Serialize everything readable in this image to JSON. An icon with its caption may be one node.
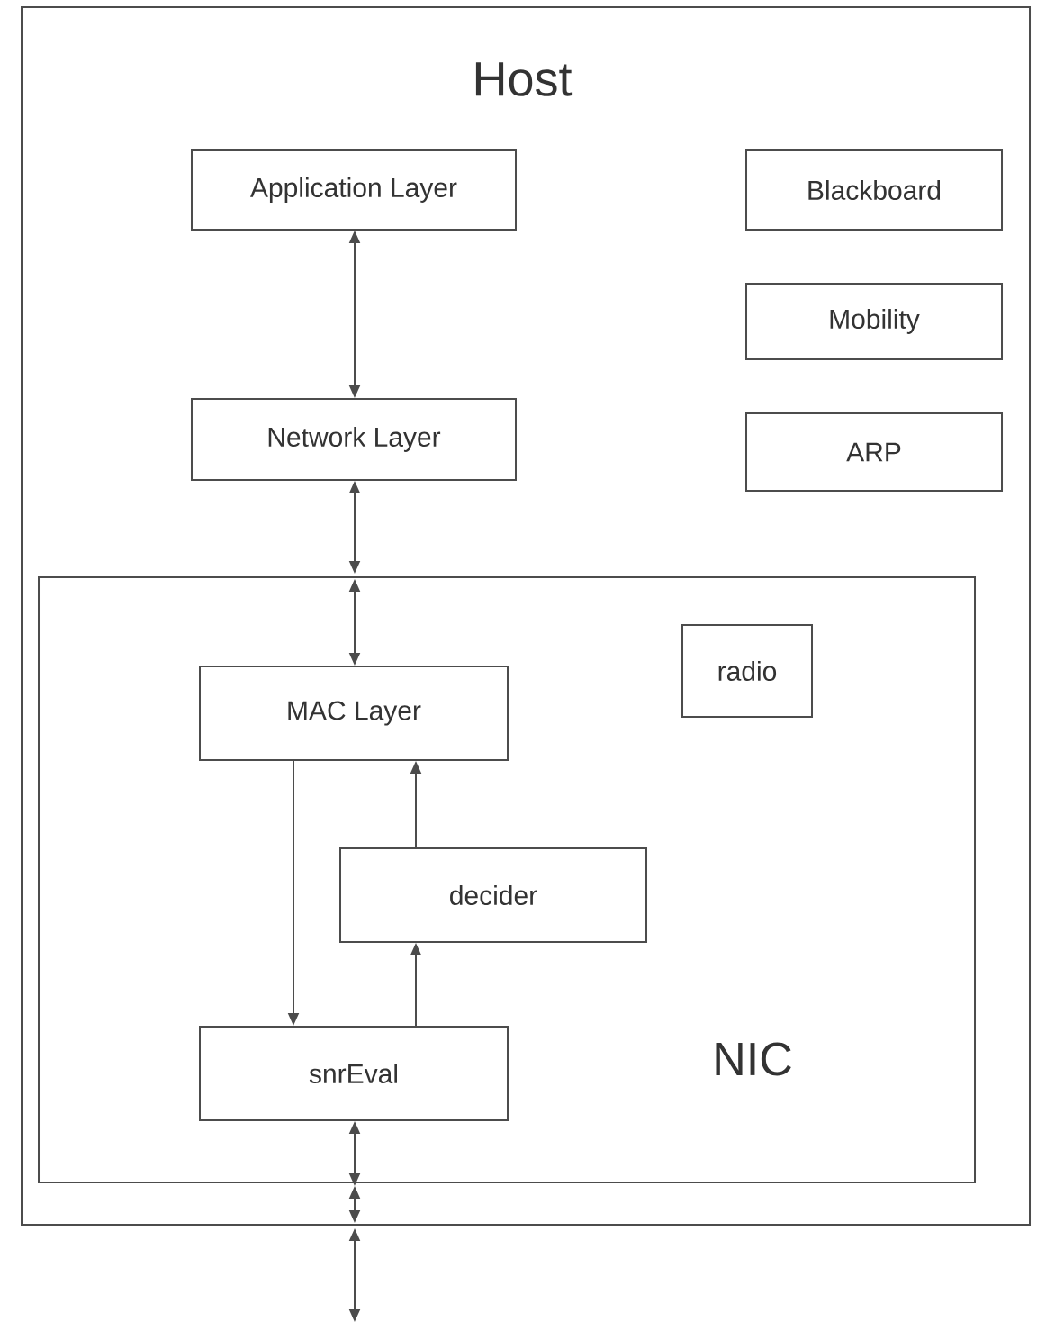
{
  "diagram": {
    "nodes": [
      {
        "text": [
          "Host"
        ]
      },
      {
        "text": [
          "Application Layer"
        ],
        "in": 0
      },
      {
        "text": [
          "Network Layer"
        ],
        "in": 0
      },
      {
        "text": [
          "Blackboard"
        ],
        "in": 0
      },
      {
        "text": [
          "Mobility"
        ],
        "in": 0
      },
      {
        "text": [
          "ARP"
        ],
        "in": 0
      },
      {
        "text": [
          "NIC"
        ],
        "in": 0
      },
      {
        "text": [
          "MAC Layer"
        ],
        "in": 6
      },
      {
        "text": [
          "radio"
        ],
        "in": 6
      },
      {
        "text": [
          "decider"
        ],
        "in": 6
      },
      {
        "text": [
          "snrEval"
        ],
        "in": 6
      }
    ],
    "edges": [
      {
        "from": 1,
        "to": 2,
        "arrow": "both"
      },
      {
        "from": 2,
        "to": 6,
        "arrow": "both"
      },
      {
        "from": 6,
        "to": 7,
        "arrow": "both"
      },
      {
        "from": 7,
        "to": 10,
        "arrow": "to"
      },
      {
        "from": 9,
        "to": 7,
        "arrow": "to"
      },
      {
        "from": 10,
        "to": 9,
        "arrow": "to"
      },
      {
        "from": 10,
        "to": 6,
        "arrow": "both"
      },
      {
        "from": 6,
        "to": 0,
        "arrow": "both"
      },
      {
        "from": 0,
        "to": null,
        "arrow": "both"
      }
    ]
  }
}
